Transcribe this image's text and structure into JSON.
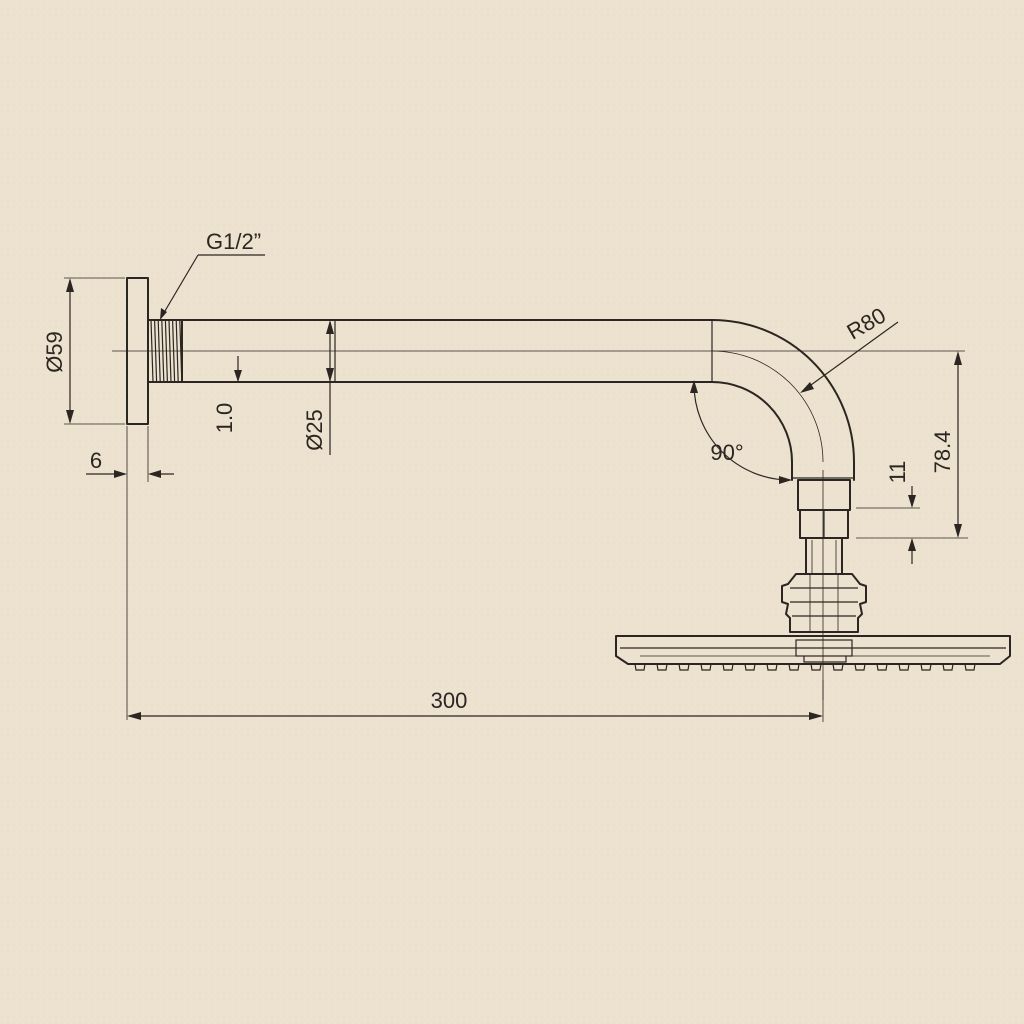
{
  "drawing": {
    "labels": {
      "thread": "G1/2”",
      "flange_diameter": "Ø59",
      "flange_thickness": "6",
      "wall_offset": "1.0",
      "arm_diameter": "Ø25",
      "bend_radius": "R80",
      "bend_angle": "90°",
      "connector_height": "11",
      "drop_height": "78.4",
      "projection": "300"
    },
    "colors": {
      "paper": "#ede2cf",
      "ink": "#2b2622"
    }
  }
}
